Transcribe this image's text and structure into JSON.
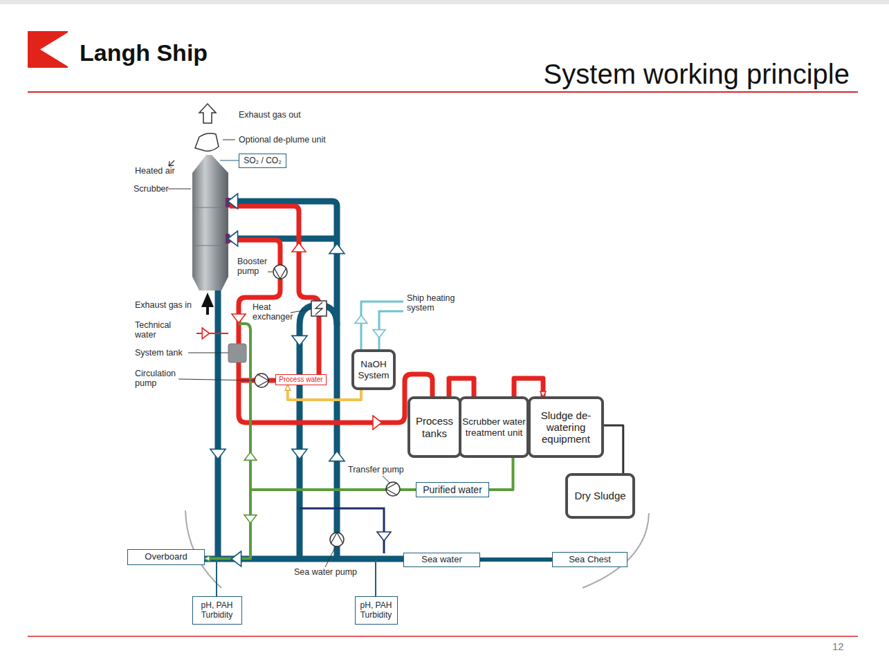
{
  "diagram": {
    "title": "System working principle",
    "nodes": [
      {
        "text": [
          "SO₂ / CO₂"
        ]
      },
      {
        "text": [
          "Process water"
        ]
      },
      {
        "text": [
          "NaOH System"
        ]
      },
      {
        "text": [
          "Process tanks"
        ]
      },
      {
        "text": [
          "Scrubber water treatment unit"
        ]
      },
      {
        "text": [
          "Sludge de-watering equipment"
        ]
      },
      {
        "text": [
          "Purified water"
        ]
      },
      {
        "text": [
          "Dry Sludge"
        ]
      },
      {
        "text": [
          "Overboard"
        ]
      },
      {
        "text": [
          "Sea water"
        ]
      },
      {
        "text": [
          "Sea Chest"
        ]
      },
      {
        "text": [
          "pH, PAH Turbidity"
        ]
      },
      {
        "text": [
          "pH, PAH Turbidity"
        ]
      }
    ],
    "edges": [
      {
        "from": 3,
        "to": 4,
        "arrow": "none"
      },
      {
        "from": 4,
        "to": 5,
        "arrow": "to"
      },
      {
        "from": 5,
        "to": 7,
        "arrow": "none"
      },
      {
        "from": 4,
        "to": 6,
        "arrow": "none"
      },
      {
        "from": 6,
        "to": 8,
        "arrow": "to"
      },
      {
        "from": 2,
        "to": 1,
        "arrow": "to"
      },
      {
        "from": 10,
        "to": 9,
        "arrow": "none"
      }
    ],
    "labels": [
      "Langh Ship",
      "Exhaust gas out",
      "Optional de-plume unit",
      "Heated air",
      "Scrubber",
      "Booster pump",
      "Exhaust gas in",
      "Heat exchanger",
      "Technical water",
      "System tank",
      "Circulation pump",
      "Ship heating system",
      "Transfer pump",
      "Sea water pump",
      "12"
    ]
  }
}
